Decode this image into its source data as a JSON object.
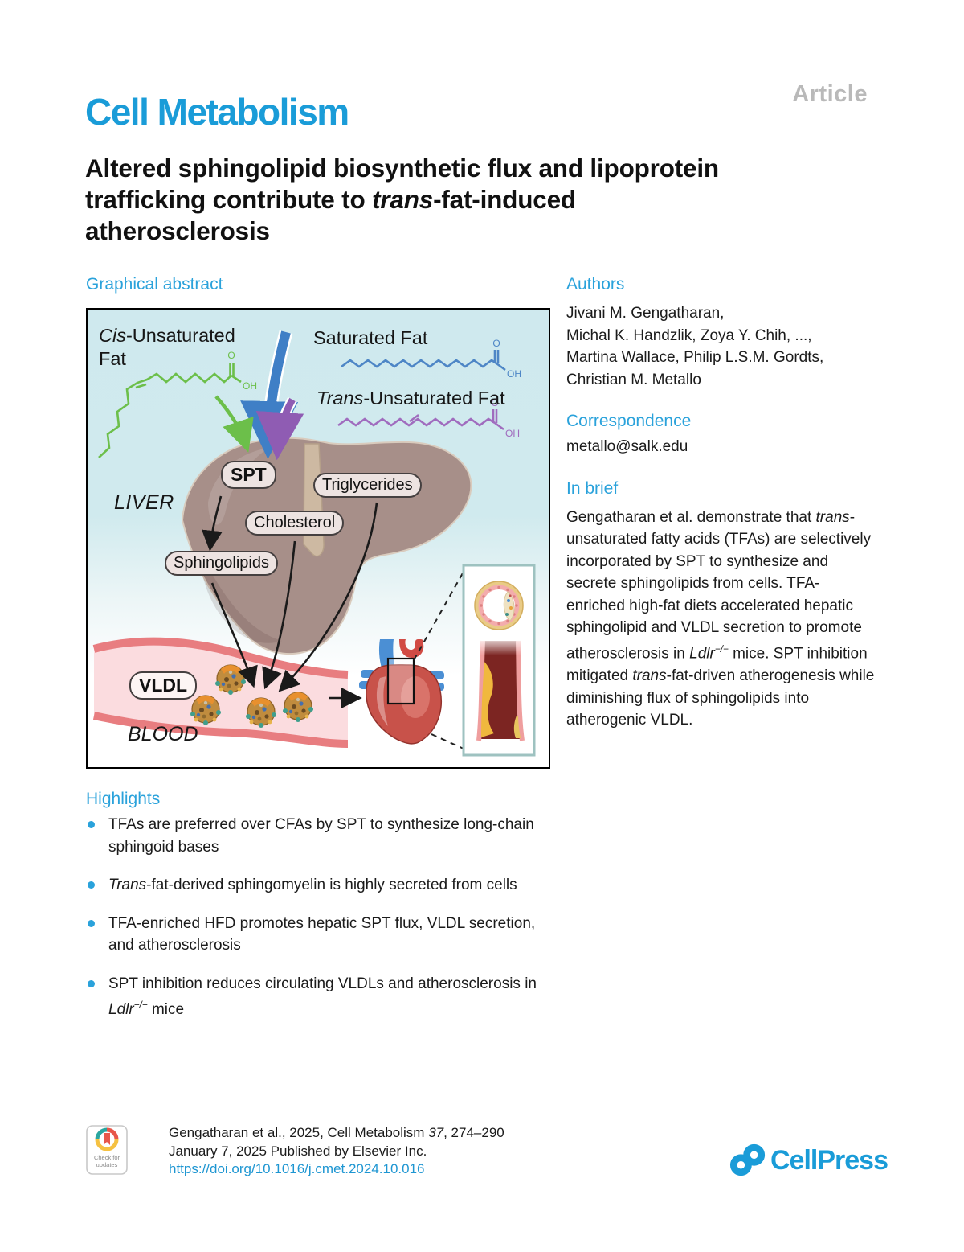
{
  "header": {
    "journal_name": "Cell Metabolism",
    "article_type": "Article"
  },
  "title_lines": [
    [
      {
        "text": "Altered sphingolipid biosynthetic flux and lipoprotein"
      }
    ],
    [
      {
        "text": "trafficking contribute to "
      },
      {
        "text": "trans",
        "style": "i"
      },
      {
        "text": "-fat-induced"
      }
    ],
    [
      {
        "text": "atherosclerosis"
      }
    ]
  ],
  "graphical_abstract": {
    "section_label": "Graphical abstract",
    "labels": {
      "cis_segments": [
        {
          "text": "Cis",
          "style": "i"
        },
        {
          "text": "-Unsaturated Fat"
        }
      ],
      "saturated": "Saturated Fat",
      "trans_segments": [
        {
          "text": "Trans",
          "style": "i"
        },
        {
          "text": "-Unsaturated Fat"
        }
      ],
      "liver": "LIVER",
      "spt": "SPT",
      "triglycerides": "Triglycerides",
      "cholesterol": "Cholesterol",
      "sphingolipids": "Sphingolipids",
      "vldl": "VLDL",
      "blood": "BLOOD"
    },
    "chem": {
      "carbonyl": "O",
      "hydroxyl": "OH"
    }
  },
  "authors": {
    "section_label": "Authors",
    "lines": [
      "Jivani M. Gengatharan,",
      "Michal K. Handzlik, Zoya Y. Chih, ...,",
      "Martina Wallace, Philip L.S.M. Gordts,",
      "Christian M. Metallo"
    ]
  },
  "correspondence": {
    "section_label": "Correspondence",
    "email": "metallo@salk.edu"
  },
  "in_brief": {
    "section_label": "In brief",
    "segments": [
      {
        "text": "Gengatharan et al. demonstrate that "
      },
      {
        "text": "trans",
        "style": "i"
      },
      {
        "text": "-unsaturated fatty acids (TFAs) are selectively incorporated by SPT to synthesize and secrete sphingolipids from cells. TFA-enriched high-fat diets accelerated hepatic sphingolipid and VLDL secretion to promote atherosclerosis in "
      },
      {
        "text": "Ldlr",
        "style": "i"
      },
      {
        "text": "−/−",
        "style": "sup"
      },
      {
        "text": " mice. SPT inhibition mitigated "
      },
      {
        "text": "trans",
        "style": "i"
      },
      {
        "text": "-fat-driven atherogenesis while diminishing flux of sphingolipids into atherogenic VLDL."
      }
    ]
  },
  "highlights": {
    "section_label": "Highlights",
    "items": [
      [
        {
          "text": "TFAs are preferred over CFAs by SPT to synthesize long-chain sphingoid bases"
        }
      ],
      [
        {
          "text": "Trans",
          "style": "i"
        },
        {
          "text": "-fat-derived sphingomyelin is highly secreted from cells"
        }
      ],
      [
        {
          "text": "TFA-enriched HFD promotes hepatic SPT flux, VLDL secretion, and atherosclerosis"
        }
      ],
      [
        {
          "text": "SPT inhibition reduces circulating VLDLs and atherosclerosis in "
        },
        {
          "text": "Ldlr",
          "style": "i"
        },
        {
          "text": "−/−",
          "style": "sup"
        },
        {
          "text": " mice"
        }
      ]
    ]
  },
  "footer": {
    "update_badge": {
      "line1": "Check for",
      "line2": "updates"
    },
    "citation_line1_segments": [
      {
        "text": "Gengatharan et al., 2025, Cell Metabolism "
      },
      {
        "text": "37",
        "style": "i"
      },
      {
        "text": ", 274–290"
      }
    ],
    "citation_line2": "January 7, 2025 Published by Elsevier Inc.",
    "doi": "https://doi.org/10.1016/j.cmet.2024.10.016",
    "publisher_logo_text": "CellPress"
  },
  "colors": {
    "brand_blue": "#1A9CD8",
    "heading_blue": "#2AA2DB",
    "link_blue": "#1E96D2",
    "article_gray": "#B9B9B9",
    "text": "#1B1B1B",
    "abstract_bg": "#CFE9EE",
    "fat_green": "#6CBF4A",
    "fat_blue": "#4E86C6",
    "fat_purple": "#A06CBE"
  }
}
